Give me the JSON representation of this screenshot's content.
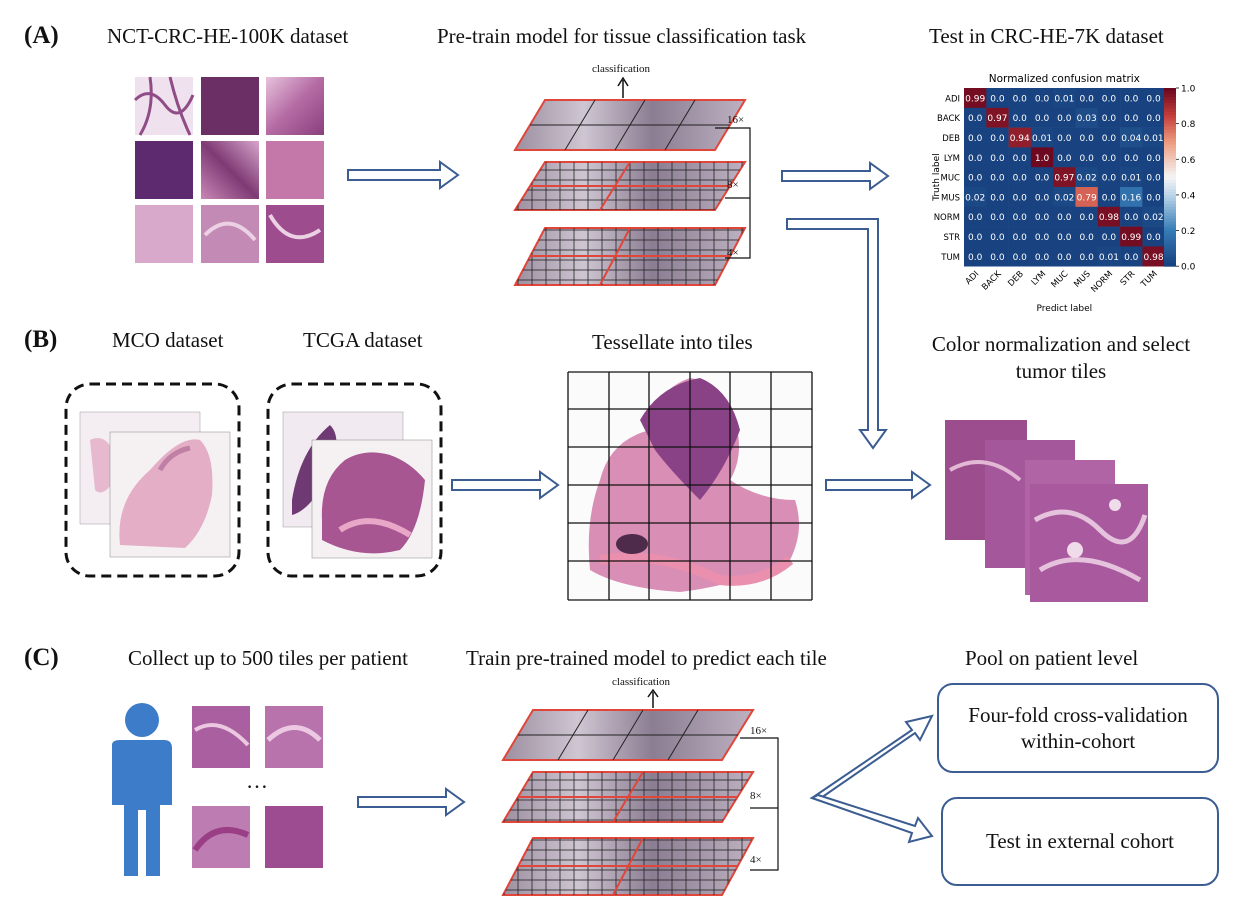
{
  "panels": {
    "a": {
      "label": "(A)",
      "dataset_title": "NCT-CRC-HE-100K dataset",
      "pretrain_title": "Pre-train model for tissue classification task",
      "test_title": "Test in CRC-HE-7K dataset",
      "classification": "classification",
      "scales": [
        "16×",
        "8×",
        "4×"
      ]
    },
    "b": {
      "label": "(B)",
      "mco_title": "MCO dataset",
      "tcga_title": "TCGA dataset",
      "tessellate_title": "Tessellate  into tiles",
      "normalize_title_line1": "Color normalization and select",
      "normalize_title_line2": "tumor tiles"
    },
    "c": {
      "label": "(C)",
      "collect_title": "Collect up to 500 tiles per patient",
      "train_title": "Train pre-trained model to predict each tile",
      "pool_title": "Pool on patient level",
      "ellipsis": "…",
      "classification": "classification",
      "scales": [
        "16×",
        "8×",
        "4×"
      ],
      "box1_line1": "Four-fold cross-validation",
      "box1_line2": "within-cohort",
      "box2": "Test in external cohort"
    }
  },
  "confusion_matrix": {
    "title": "Normalized confusion matrix",
    "ylabel": "Truth label",
    "xlabel": "Predict label",
    "classes": [
      "ADI",
      "BACK",
      "DEB",
      "LYM",
      "MUC",
      "MUS",
      "NORM",
      "STR",
      "TUM"
    ],
    "values": [
      [
        "0.99",
        "0.0",
        "0.0",
        "0.0",
        "0.01",
        "0.0",
        "0.0",
        "0.0",
        "0.0"
      ],
      [
        "0.0",
        "0.97",
        "0.0",
        "0.0",
        "0.0",
        "0.03",
        "0.0",
        "0.0",
        "0.0"
      ],
      [
        "0.0",
        "0.0",
        "0.94",
        "0.01",
        "0.0",
        "0.0",
        "0.0",
        "0.04",
        "0.01"
      ],
      [
        "0.0",
        "0.0",
        "0.0",
        "1.0",
        "0.0",
        "0.0",
        "0.0",
        "0.0",
        "0.0"
      ],
      [
        "0.0",
        "0.0",
        "0.0",
        "0.0",
        "0.97",
        "0.02",
        "0.0",
        "0.01",
        "0.0"
      ],
      [
        "0.02",
        "0.0",
        "0.0",
        "0.0",
        "0.02",
        "0.79",
        "0.0",
        "0.16",
        "0.0"
      ],
      [
        "0.0",
        "0.0",
        "0.0",
        "0.0",
        "0.0",
        "0.0",
        "0.98",
        "0.0",
        "0.02"
      ],
      [
        "0.0",
        "0.0",
        "0.0",
        "0.0",
        "0.0",
        "0.0",
        "0.0",
        "0.99",
        "0.0"
      ],
      [
        "0.0",
        "0.0",
        "0.0",
        "0.0",
        "0.0",
        "0.0",
        "0.01",
        "0.0",
        "0.98"
      ]
    ],
    "colorbar_ticks": [
      "1.0",
      "0.8",
      "0.6",
      "0.4",
      "0.2",
      "0.0"
    ]
  },
  "colors": {
    "arrow": "#3c5d92",
    "tissue": "#b0528f",
    "box_border": "#3c5d92",
    "person": "#3d7cc9",
    "layer_border": "#e0463a"
  }
}
